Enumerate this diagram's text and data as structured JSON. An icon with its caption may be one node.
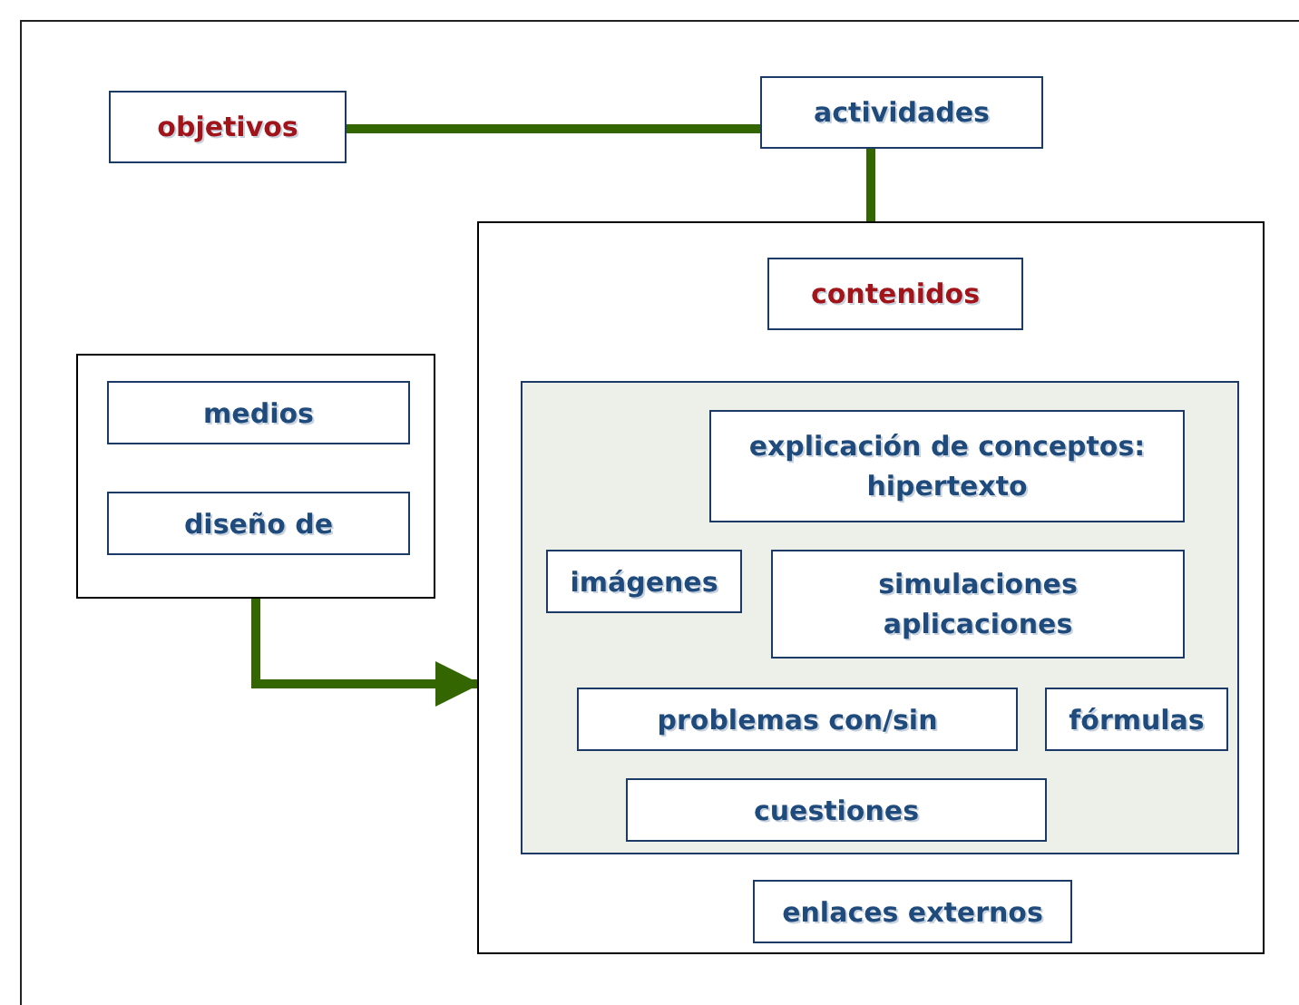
{
  "diagram": {
    "nodes": [
      {
        "text": [
          "objetivos"
        ]
      },
      {
        "text": [
          "actividades"
        ]
      },
      {
        "text": [],
        "shape": "box"
      },
      {
        "text": [
          "contenidos"
        ],
        "in": 2
      },
      {
        "text": [],
        "shape": "box",
        "in": 2
      },
      {
        "text": [
          "explicación de conceptos: hipertexto"
        ],
        "in": 4
      },
      {
        "text": [
          "imágenes"
        ],
        "in": 4
      },
      {
        "text": [
          "simulaciones aplicaciones"
        ],
        "in": 4
      },
      {
        "text": [
          "problemas con/sin"
        ],
        "in": 4
      },
      {
        "text": [
          "fórmulas"
        ],
        "in": 4
      },
      {
        "text": [
          "cuestiones"
        ],
        "in": 4
      },
      {
        "text": [
          "enlaces externos"
        ],
        "in": 2
      },
      {
        "text": [],
        "shape": "box"
      },
      {
        "text": [
          "medios"
        ],
        "in": 12
      },
      {
        "text": [
          "diseño de"
        ],
        "in": 12
      }
    ],
    "edges": [
      {
        "from": 0,
        "to": 1,
        "arrow": "none"
      },
      {
        "from": 1,
        "to": 2,
        "arrow": "none"
      },
      {
        "from": 12,
        "to": 2,
        "arrow": "to"
      }
    ]
  }
}
